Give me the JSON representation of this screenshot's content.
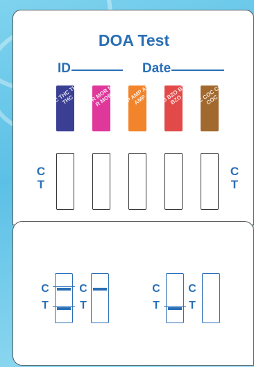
{
  "card": {
    "title": "DOA Test",
    "id_label": "ID",
    "date_label": "Date"
  },
  "strips": [
    {
      "code": "THC",
      "label": "THC THC THC THC",
      "color": "#3a3f93"
    },
    {
      "code": "MOR",
      "label": "MOR MOR MOR MOR",
      "color": "#e0379b"
    },
    {
      "code": "AMP",
      "label": "AMP AMP AMP AMP",
      "color": "#f2842b"
    },
    {
      "code": "BZO",
      "label": "BZO BZO BZO BZO",
      "color": "#e24a4a"
    },
    {
      "code": "COC",
      "label": "COC COC COC COC",
      "color": "#a2692e"
    }
  ],
  "window_labels": {
    "c": "C",
    "t": "T"
  },
  "results": {
    "c_label": "C",
    "t_label": "T"
  },
  "colors": {
    "accent": "#2a6fb6",
    "background": "#5cc0e6"
  }
}
